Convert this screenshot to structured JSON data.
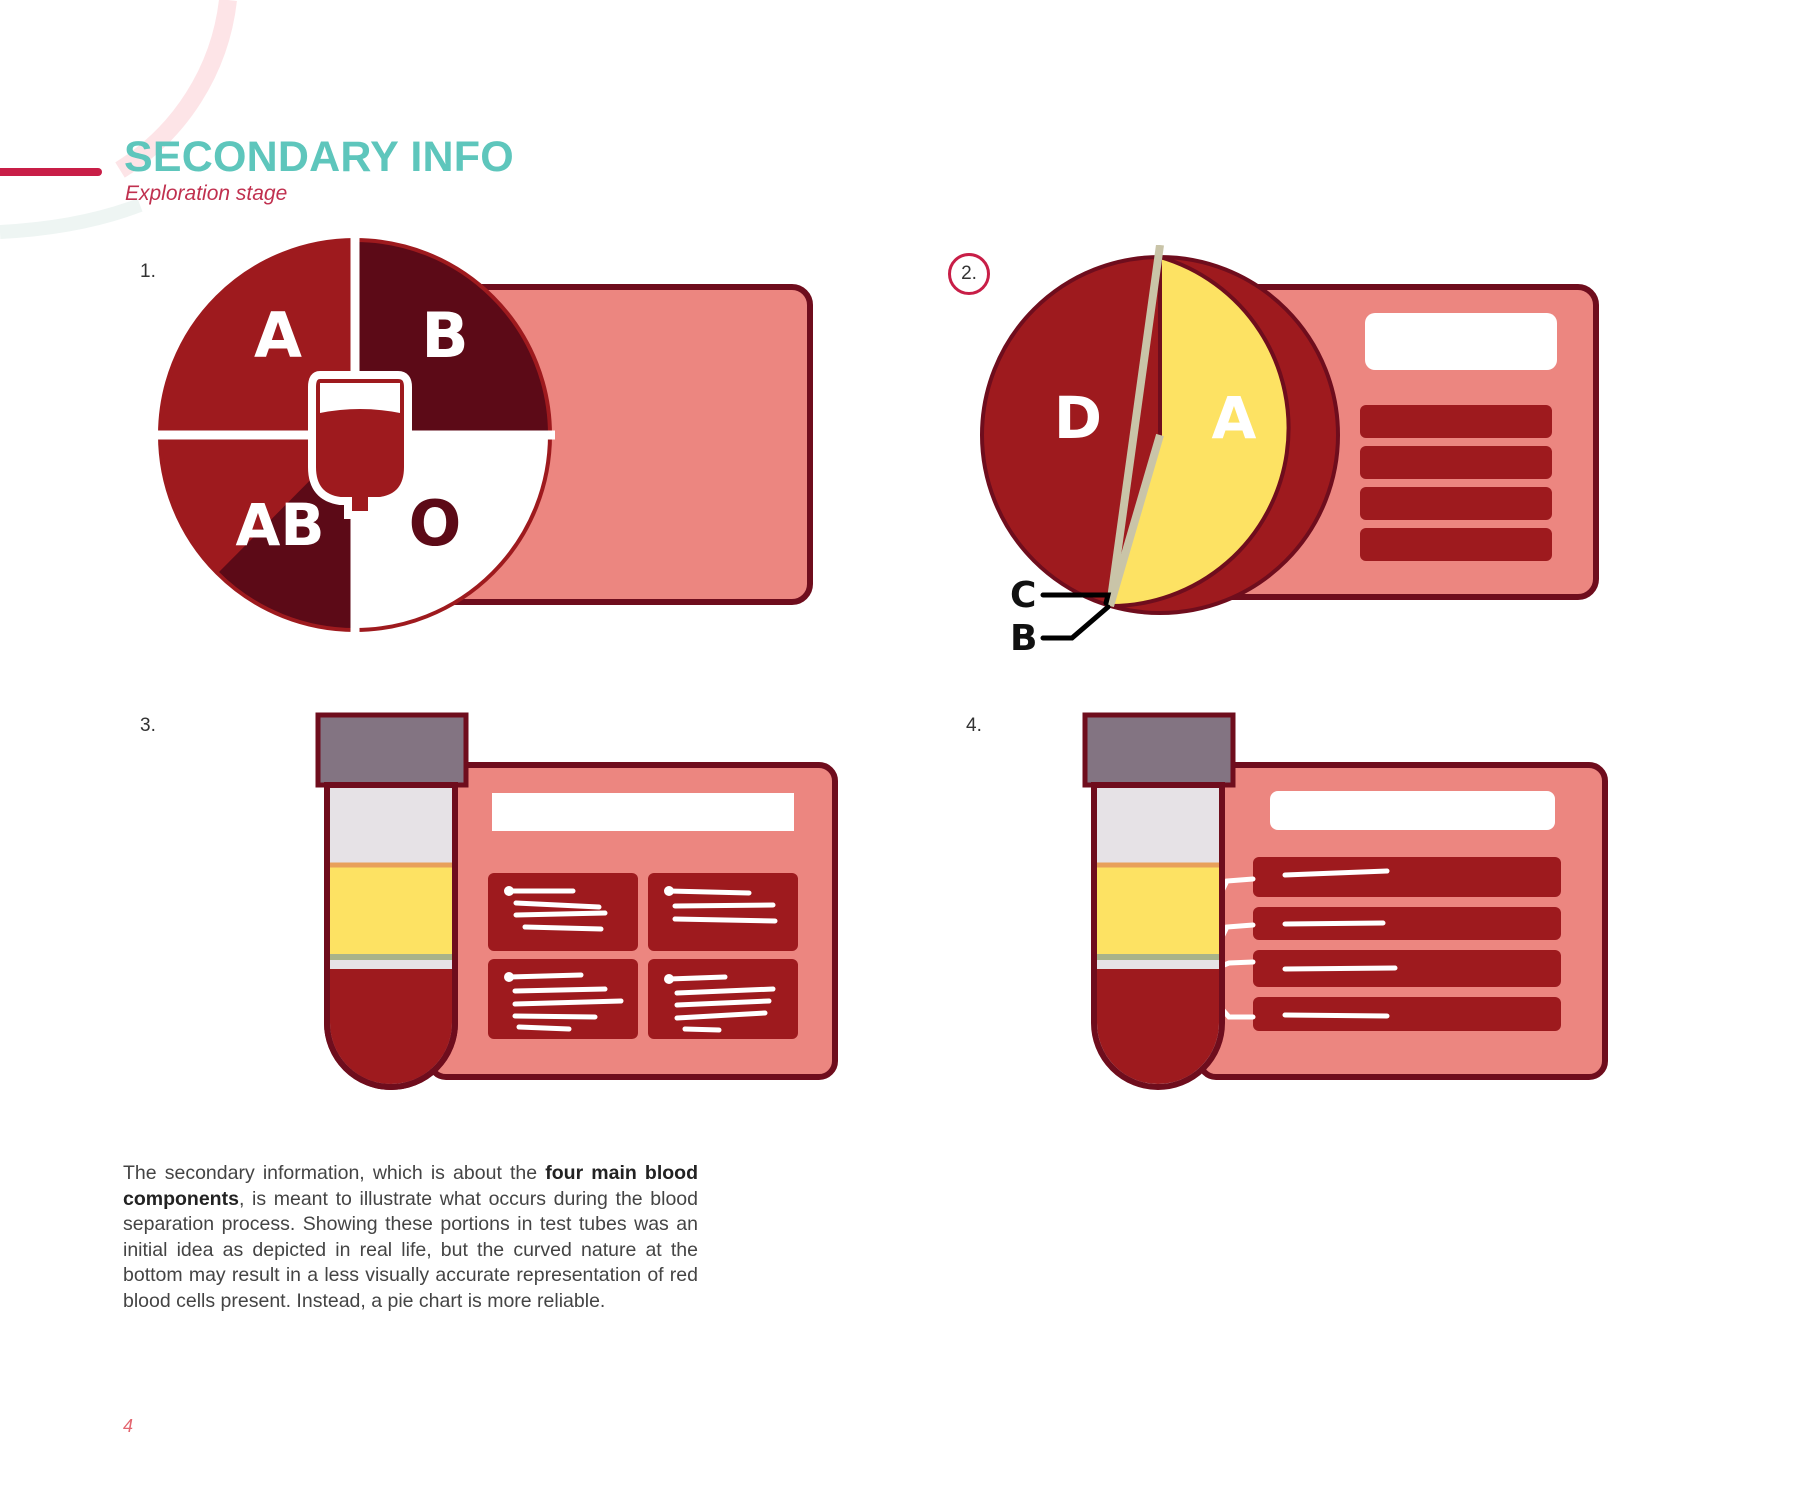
{
  "header": {
    "title": "SECONDARY INFO",
    "subtitle": "Exploration stage"
  },
  "figures": [
    {
      "number": "1.",
      "labels": [
        "A",
        "B",
        "AB",
        "O"
      ]
    },
    {
      "number": "2.",
      "labels": [
        "D",
        "A",
        "C",
        "B"
      ]
    },
    {
      "number": "3."
    },
    {
      "number": "4."
    }
  ],
  "body": {
    "part1": "The secondary information, which is about the ",
    "bold": "four main blood components",
    "part2": ", is meant to illustrate what occurs during the blood separation process. Showing these portions in test tubes was an initial idea as depicted in real life, but the curved nature at the bottom may result in a less visually accurate representation of red blood cells present. Instead, a pie chart is more reliable."
  },
  "page_number": "4",
  "colors": {
    "title": "#5ec6bc",
    "accent": "#c81e47",
    "card": "#ec8680",
    "card_border": "#6f0d1d",
    "blood": "#9e1a1e",
    "blood_dark": "#5c0a17",
    "plasma": "#fde263",
    "cap": "#837482"
  }
}
